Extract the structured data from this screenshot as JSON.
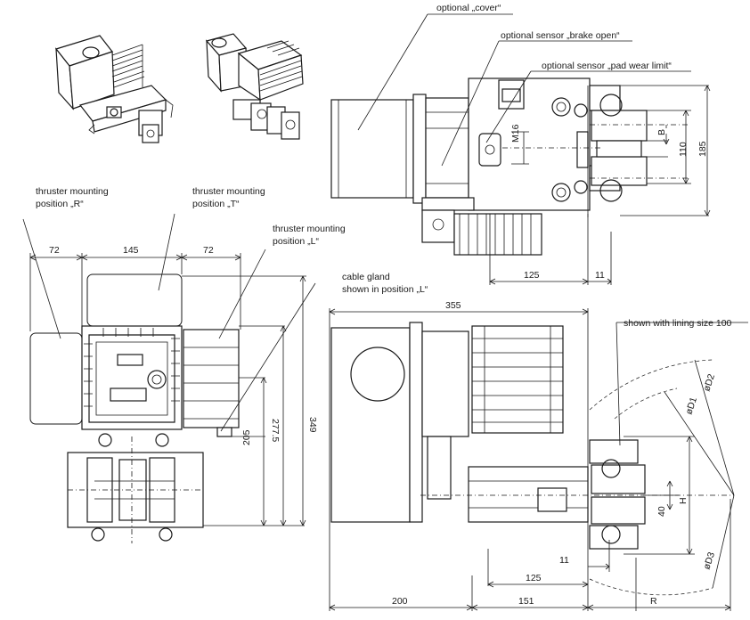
{
  "callouts": {
    "optional_cover": "optional „cover“",
    "sensor_brake_open": "optional sensor „brake open“",
    "sensor_pad_wear": "optional sensor „pad wear limit“",
    "thruster_r_line1": "thruster mounting",
    "thruster_r_line2": "position „R“",
    "thruster_t_line1": "thruster mounting",
    "thruster_t_line2": "position „T“",
    "thruster_l_line1": "thruster mounting",
    "thruster_l_line2": "position „L“",
    "cable_gland_line1": "cable gland",
    "cable_gland_line2": "shown in position „L“",
    "lining_note": "shown with lining size 100"
  },
  "dimensions": {
    "d72_left": "72",
    "d145": "145",
    "d72_right": "72",
    "d349": "349",
    "d277_5": "277.5",
    "d205": "205",
    "d355": "355",
    "d125_top": "125",
    "d11_top": "11",
    "m16": "M16",
    "b": "B",
    "d110": "110",
    "d185": "185",
    "d125_bottom": "125",
    "d11_bottom": "11",
    "d200": "200",
    "d151": "151",
    "r": "R",
    "d40": "40",
    "h": "H",
    "phi_d1": "øD1",
    "phi_d2": "øD2",
    "phi_d3": "øD3"
  }
}
